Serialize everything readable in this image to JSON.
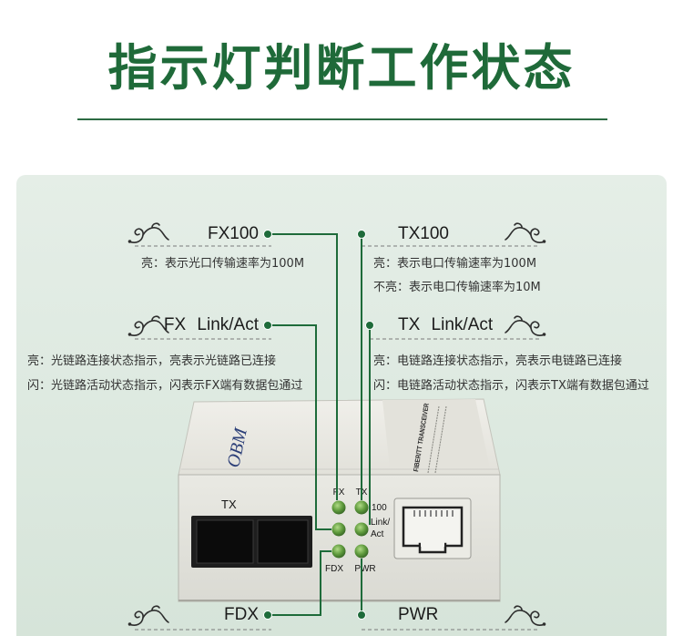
{
  "title": "指示灯判断工作状态",
  "colors": {
    "accent": "#1e6b3a",
    "title": "#1f6a39",
    "panel": "#dde9e0",
    "led": "#5e9a3c"
  },
  "callouts": {
    "fx100": {
      "label": "FX100",
      "desc": [
        "亮：表示光口传输速率为100M"
      ]
    },
    "fx_link_act": {
      "label": "FX Link/Act",
      "desc": [
        "亮：光链路连接状态指示，亮表示光链路已连接",
        "闪：光链路活动状态指示，闪表示FX端有数据包通过"
      ]
    },
    "tx100": {
      "label": "TX100",
      "desc": [
        "亮：表示电口传输速率为100M",
        "不亮：表示电口传输速率为10M"
      ]
    },
    "tx_link_act": {
      "label": "TX Link/Act",
      "desc": [
        "亮：电链路连接状态指示，亮表示电链路已连接",
        "闪：电链路活动状态指示，闪表示TX端有数据包通过"
      ]
    },
    "fdx": {
      "label": "FDX"
    },
    "pwr": {
      "label": "PWR"
    }
  },
  "device": {
    "brand_logo": "OBM",
    "model_print": "FIBER/TT TRANSCEIVER",
    "fiber_port_label": "TX",
    "led_labels": {
      "fx": "FX",
      "tx": "TX",
      "speed": "100",
      "link": "Link/",
      "act": "Act",
      "fdx": "FDX",
      "pwr": "PWR"
    }
  },
  "icons": {
    "ornament": "swirl-ornament-icon",
    "indicator": "led-indicator-icon",
    "callout_dot": "callout-dot-icon"
  }
}
